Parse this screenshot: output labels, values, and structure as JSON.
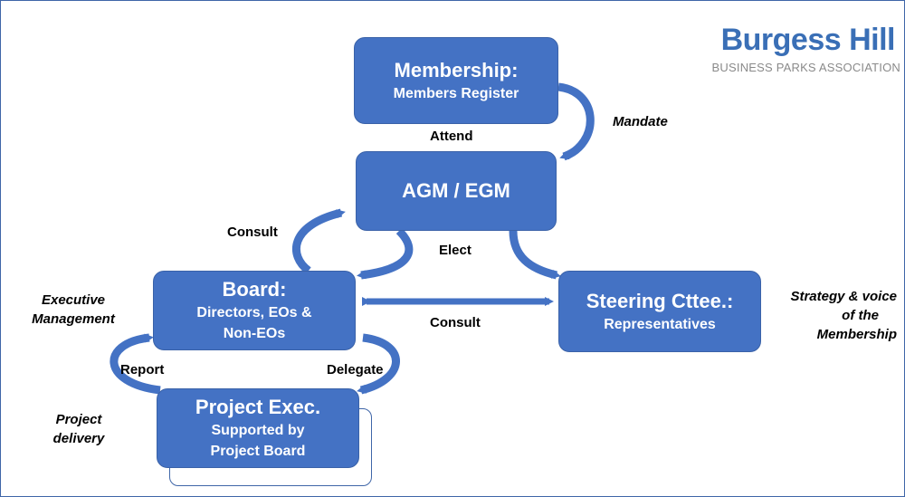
{
  "logo": {
    "title": "Burgess Hill",
    "subtitle": "BUSINESS PARKS ASSOCIATION"
  },
  "nodes": {
    "membership": {
      "title": "Membership:",
      "subtitle": "Members Register"
    },
    "agm": {
      "title": "AGM / EGM"
    },
    "board": {
      "title": "Board:",
      "line1": "Directors, EOs &",
      "line2": "Non-EOs"
    },
    "steering": {
      "title": "Steering Cttee.:",
      "subtitle": "Representatives"
    },
    "project": {
      "title": "Project Exec.",
      "line1": "Supported by",
      "line2": "Project Board"
    }
  },
  "edges": {
    "attend": "Attend",
    "mandate": "Mandate",
    "consult_left": "Consult",
    "elect": "Elect",
    "consult_mid": "Consult",
    "report": "Report",
    "delegate": "Delegate"
  },
  "side_notes": {
    "executive": [
      "Executive",
      "Management"
    ],
    "strategy": [
      "Strategy & voice",
      "of the",
      "Membership"
    ],
    "project_delivery": [
      "Project",
      "delivery"
    ]
  },
  "colors": {
    "box_fill": "#4472c4",
    "box_border": "#3a62a8",
    "arrow": "#4472c4",
    "logo": "#3a6fb6",
    "logo_sub": "#8a8a8a"
  }
}
